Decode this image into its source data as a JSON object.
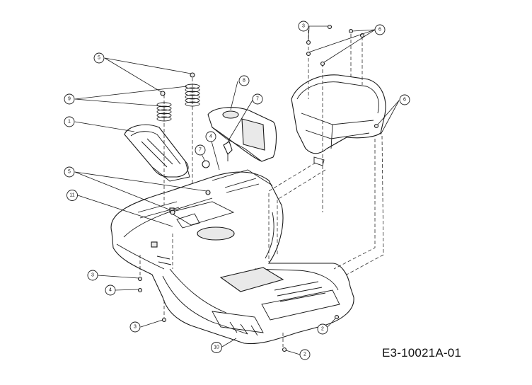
{
  "diagram": {
    "drawing_code": "E3-10021A-01",
    "callouts": [
      {
        "id": "c-5-top",
        "label": "5"
      },
      {
        "id": "c-9",
        "label": "9"
      },
      {
        "id": "c-1",
        "label": "1"
      },
      {
        "id": "c-8",
        "label": "8"
      },
      {
        "id": "c-7-top",
        "label": "7"
      },
      {
        "id": "c-4-mid",
        "label": "4"
      },
      {
        "id": "c-7-mid",
        "label": "7"
      },
      {
        "id": "c-5-mid",
        "label": "5"
      },
      {
        "id": "c-11",
        "label": "11"
      },
      {
        "id": "c-3-top",
        "label": "3"
      },
      {
        "id": "c-6-top",
        "label": "6"
      },
      {
        "id": "c-6-right",
        "label": "6"
      },
      {
        "id": "c-3-left",
        "label": "3"
      },
      {
        "id": "c-4-left",
        "label": "4"
      },
      {
        "id": "c-3-bottom",
        "label": "3"
      },
      {
        "id": "c-10",
        "label": "10"
      },
      {
        "id": "c-2-right",
        "label": "2"
      },
      {
        "id": "c-2-bottom",
        "label": "2"
      }
    ]
  }
}
